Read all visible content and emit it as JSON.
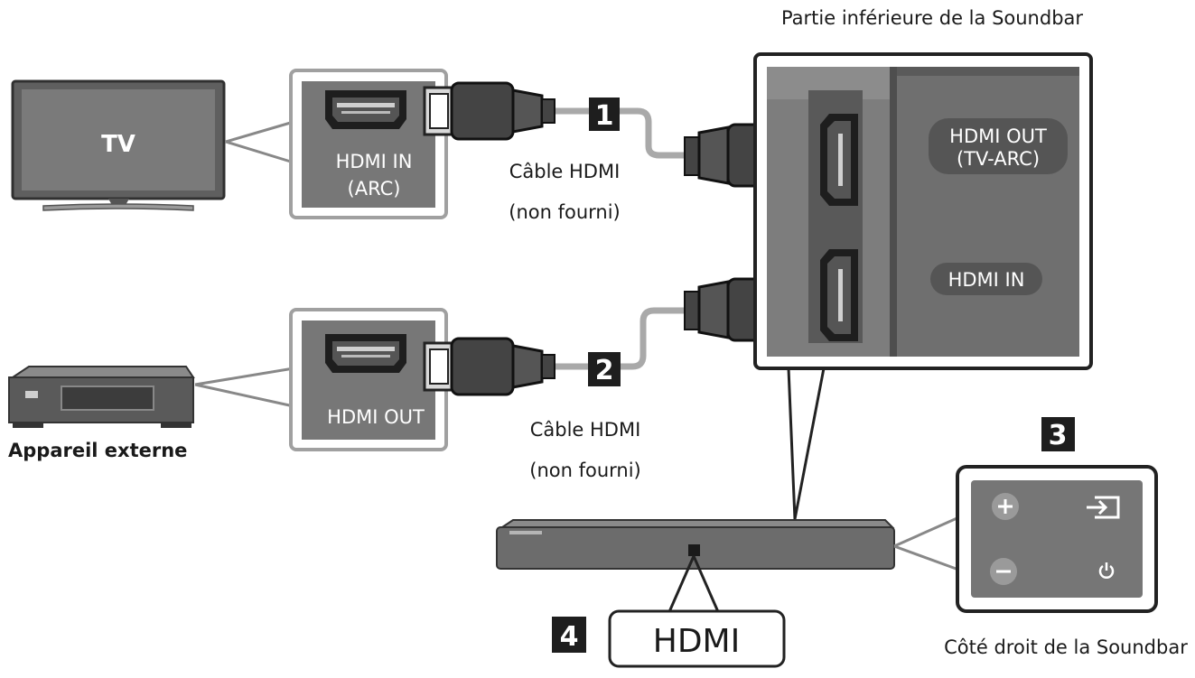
{
  "labels": {
    "soundbar_bottom": "Partie inférieure de la Soundbar",
    "soundbar_side": "Côté droit de la Soundbar",
    "external_device": "Appareil externe",
    "tv": "TV",
    "tv_port_line1": "HDMI IN",
    "tv_port_line2": "(ARC)",
    "device_port": "HDMI OUT",
    "cable1_line1": "Câble HDMI",
    "cable1_line2": "(non fourni)",
    "cable2_line1": "Câble HDMI",
    "cable2_line2": "(non fourni)",
    "soundbar_port_out_line1": "HDMI OUT",
    "soundbar_port_out_line2": "(TV-ARC)",
    "soundbar_port_in": "HDMI IN",
    "hdmi_indicator": "HDMI"
  },
  "steps": [
    "1",
    "2",
    "3",
    "4"
  ],
  "colors": {
    "panel_gray": "#767676",
    "panel_dark": "#5a5a5a",
    "cable_gray": "#a9a9a9",
    "badge_bg": "#1e1e1e",
    "text_dark": "#1a1a1a",
    "white": "#ffffff"
  }
}
